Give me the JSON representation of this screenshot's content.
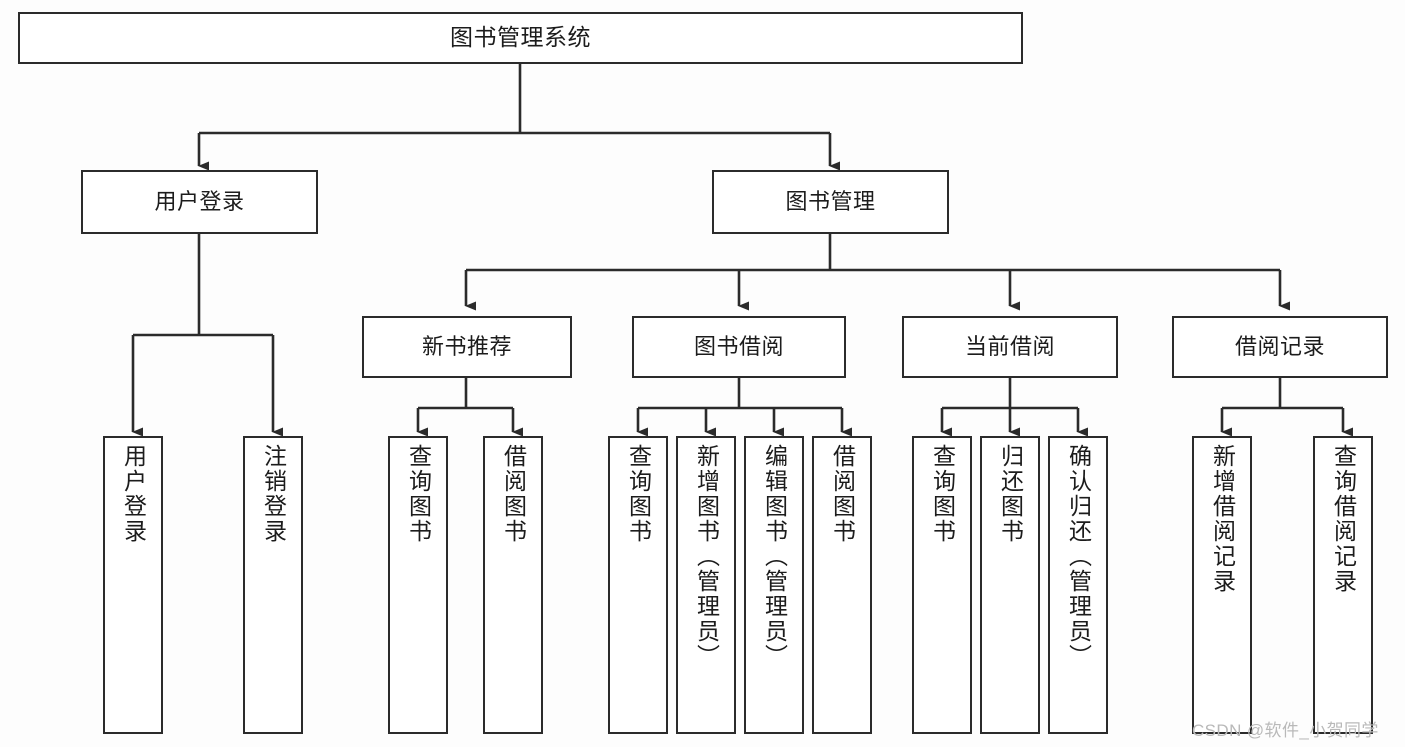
{
  "diagram": {
    "title": "图书管理系统",
    "type": "hierarchy-tree",
    "watermark": "CSDN @软件_小贺同学",
    "colors": {
      "stroke": "#2b2b2b",
      "fill": "#ffffff",
      "background": "#fdfdfd",
      "text": "#1c1c1c",
      "watermark": "#b9b9b9"
    }
  },
  "nodes": {
    "root": {
      "label": "图书管理系统"
    },
    "level2": [
      {
        "id": "user-login",
        "label": "用户登录"
      },
      {
        "id": "book-management",
        "label": "图书管理"
      }
    ],
    "level3": [
      {
        "id": "new-book-recommend",
        "label": "新书推荐"
      },
      {
        "id": "book-borrow",
        "label": "图书借阅"
      },
      {
        "id": "current-borrow",
        "label": "当前借阅"
      },
      {
        "id": "borrow-record",
        "label": "借阅记录"
      }
    ],
    "leaves": {
      "user_login": [
        {
          "id": "leaf-user-login",
          "label": "用户登录"
        },
        {
          "id": "leaf-logout-login",
          "label": "注销登录"
        }
      ],
      "new_book_recommend": [
        {
          "id": "leaf-query-book-1",
          "label": "查询图书"
        },
        {
          "id": "leaf-borrow-book-1",
          "label": "借阅图书"
        }
      ],
      "book_borrow": [
        {
          "id": "leaf-query-book-2",
          "label": "查询图书"
        },
        {
          "id": "leaf-add-book",
          "label": "新增图书（管理员）"
        },
        {
          "id": "leaf-edit-book",
          "label": "编辑图书（管理员）"
        },
        {
          "id": "leaf-borrow-book-2",
          "label": "借阅图书"
        }
      ],
      "current_borrow": [
        {
          "id": "leaf-query-book-3",
          "label": "查询图书"
        },
        {
          "id": "leaf-return-book",
          "label": "归还图书"
        },
        {
          "id": "leaf-confirm-return",
          "label": "确认归还（管理员）"
        }
      ],
      "borrow_record": [
        {
          "id": "leaf-add-record",
          "label": "新增借阅记录"
        },
        {
          "id": "leaf-query-record",
          "label": "查询借阅记录"
        }
      ]
    }
  }
}
